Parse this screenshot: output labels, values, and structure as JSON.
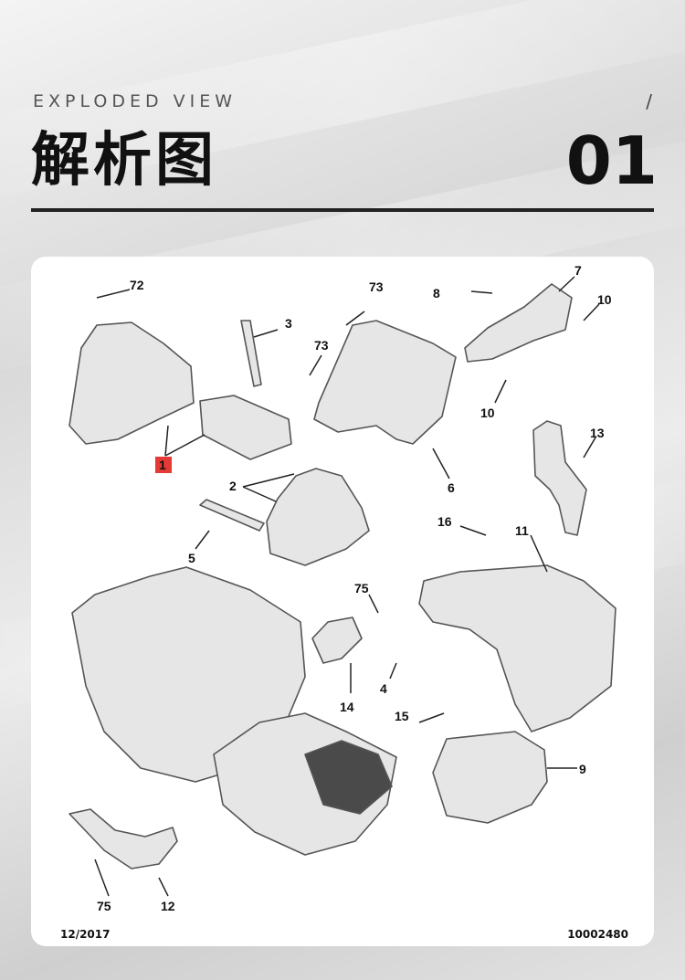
{
  "header": {
    "subtitle": "EXPLODED VIEW",
    "slash": "/",
    "title": "解析图",
    "page_number": "01"
  },
  "diagram": {
    "date": "12/2017",
    "reference": "10002480",
    "callouts": [
      "72",
      "3",
      "73",
      "73",
      "8",
      "7",
      "10",
      "10",
      "1",
      "2",
      "5",
      "6",
      "13",
      "16",
      "11",
      "75",
      "14",
      "4",
      "15",
      "9",
      "75",
      "12"
    ]
  },
  "colors": {
    "part_fill": "#e6e6e6",
    "part_stroke": "#555555",
    "highlight_label": "#e53935"
  }
}
